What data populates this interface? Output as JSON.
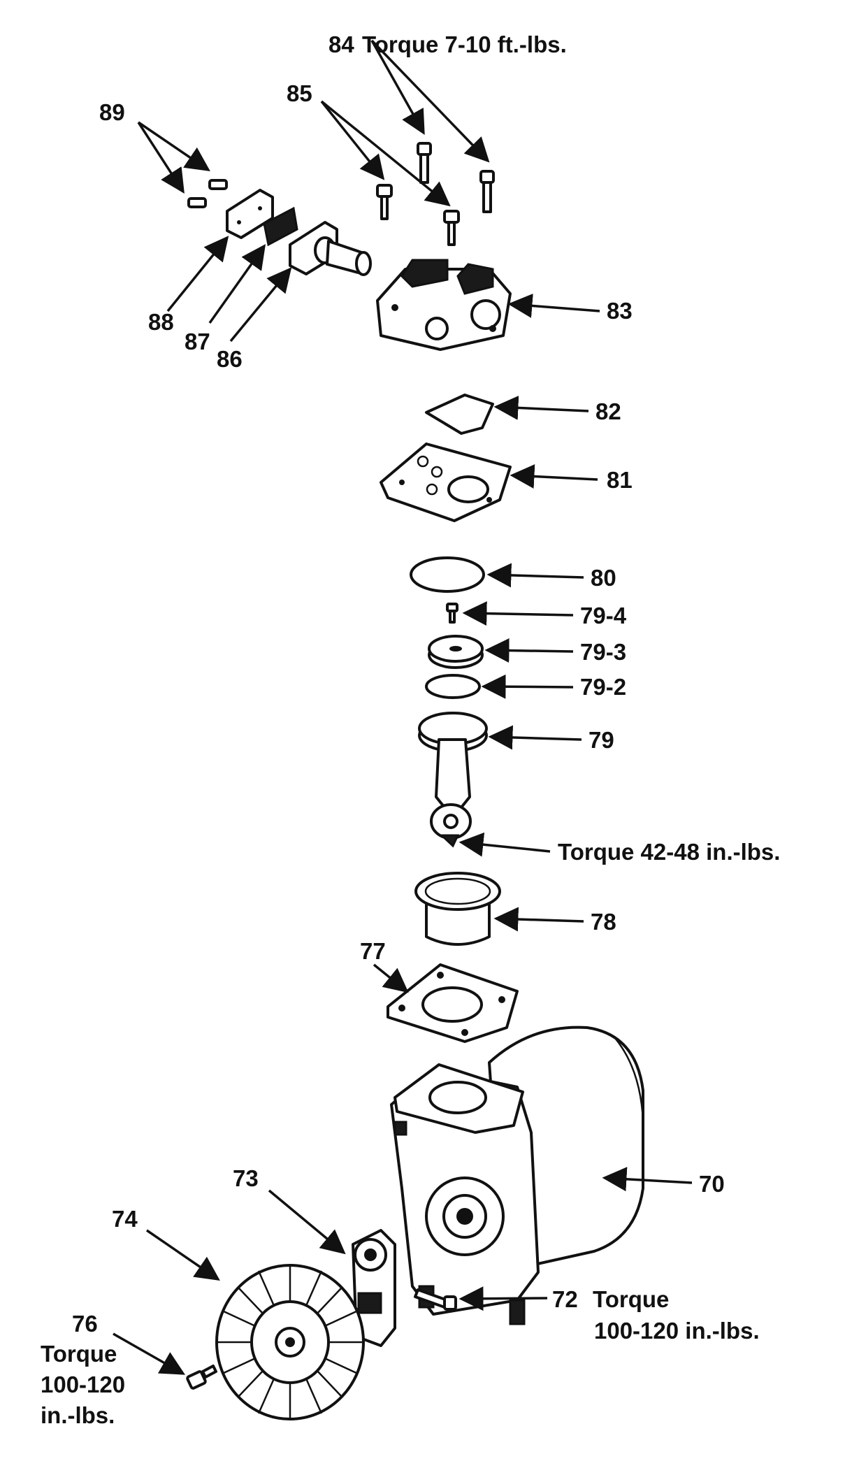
{
  "labels": {
    "l84": "84",
    "t84": "Torque 7-10 ft.-lbs.",
    "l85": "85",
    "l89": "89",
    "l88": "88",
    "l87": "87",
    "l86": "86",
    "l83": "83",
    "l82": "82",
    "l81": "81",
    "l80": "80",
    "l79_4": "79-4",
    "l79_3": "79-3",
    "l79_2": "79-2",
    "l79": "79",
    "t79": "Torque 42-48 in.-lbs.",
    "l78": "78",
    "l77": "77",
    "l70": "70",
    "l73": "73",
    "l74": "74",
    "l72": "72",
    "t72a": "Torque",
    "t72b": "100-120 in.-lbs.",
    "l76": "76",
    "t76a": "Torque",
    "t76b": "100-120",
    "t76c": "in.-lbs."
  }
}
